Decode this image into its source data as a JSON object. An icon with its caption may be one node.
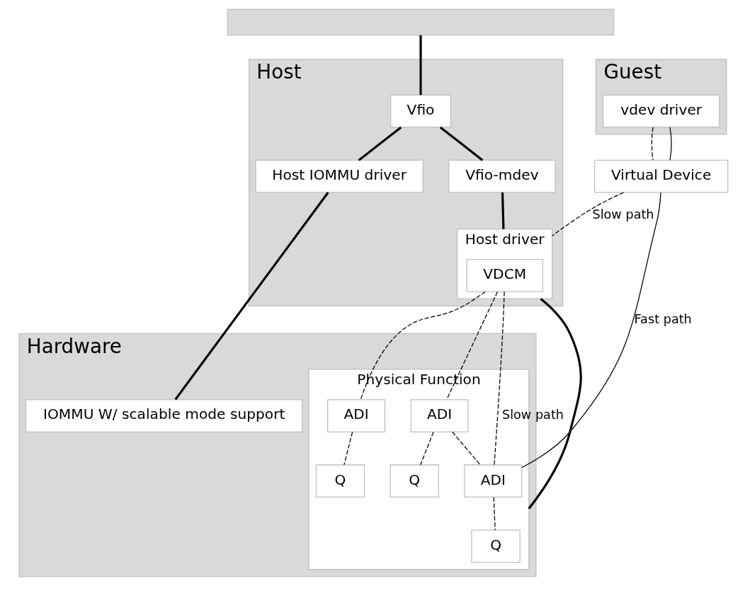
{
  "diagram": {
    "nodes": [
      {
        "text": [
          "Guest"
        ]
      },
      {
        "text": [
          "vdev driver"
        ],
        "in": 0
      },
      {
        "text": [
          "Virtual Device"
        ]
      },
      {
        "text": [],
        "shape": "box"
      },
      {
        "text": [
          "Host"
        ]
      },
      {
        "text": [
          "Vfio"
        ],
        "in": 4
      },
      {
        "text": [
          "Vfio-mdev"
        ],
        "in": 4
      },
      {
        "text": [
          "Host IOMMU driver"
        ],
        "in": 4
      },
      {
        "text": [
          "Host driver"
        ],
        "in": 4
      },
      {
        "text": [
          "VDCM"
        ],
        "in": 8
      },
      {
        "text": [
          "Hardware"
        ]
      },
      {
        "text": [
          "IOMMU W/ scalable mode support"
        ],
        "in": 10
      },
      {
        "text": [
          "Physical Function"
        ],
        "in": 10
      },
      {
        "text": [
          "ADI"
        ],
        "in": 12
      },
      {
        "text": [
          "ADI"
        ],
        "in": 12
      },
      {
        "text": [
          "ADI"
        ],
        "in": 12
      },
      {
        "text": [
          "Q"
        ],
        "in": 12
      },
      {
        "text": [
          "Q"
        ],
        "in": 12
      },
      {
        "text": [
          "Q"
        ],
        "in": 12
      }
    ],
    "edges": [
      {
        "from": 1,
        "to": 2,
        "arrow": "none",
        "style": "dashed"
      },
      {
        "from": 1,
        "to": 2,
        "arrow": "none"
      },
      {
        "from": 2,
        "to": 8,
        "arrow": "none",
        "style": "dashed",
        "label": "Slow path"
      },
      {
        "from": 2,
        "to": 15,
        "arrow": "none",
        "label": "Fast path"
      },
      {
        "from": 3,
        "to": 5,
        "arrow": "none",
        "style": "thick"
      },
      {
        "from": 5,
        "to": 6,
        "arrow": "none",
        "style": "thick"
      },
      {
        "from": 5,
        "to": 7,
        "arrow": "none",
        "style": "thick"
      },
      {
        "from": 6,
        "to": 8,
        "arrow": "none",
        "style": "thick"
      },
      {
        "from": 7,
        "to": 11,
        "arrow": "none",
        "style": "thick"
      },
      {
        "from": 8,
        "to": 12,
        "arrow": "none",
        "style": "thick"
      },
      {
        "from": 9,
        "to": 13,
        "arrow": "none",
        "style": "dashed"
      },
      {
        "from": 9,
        "to": 14,
        "arrow": "none",
        "style": "dashed"
      },
      {
        "from": 9,
        "to": 15,
        "arrow": "none",
        "style": "dashed",
        "label": "Slow path"
      },
      {
        "from": 14,
        "to": 15,
        "arrow": "none",
        "style": "dashed"
      },
      {
        "from": 13,
        "to": 16,
        "arrow": "none",
        "style": "dashed"
      },
      {
        "from": 14,
        "to": 17,
        "arrow": "none",
        "style": "dashed"
      },
      {
        "from": 15,
        "to": 18,
        "arrow": "none",
        "style": "dashed"
      }
    ]
  }
}
